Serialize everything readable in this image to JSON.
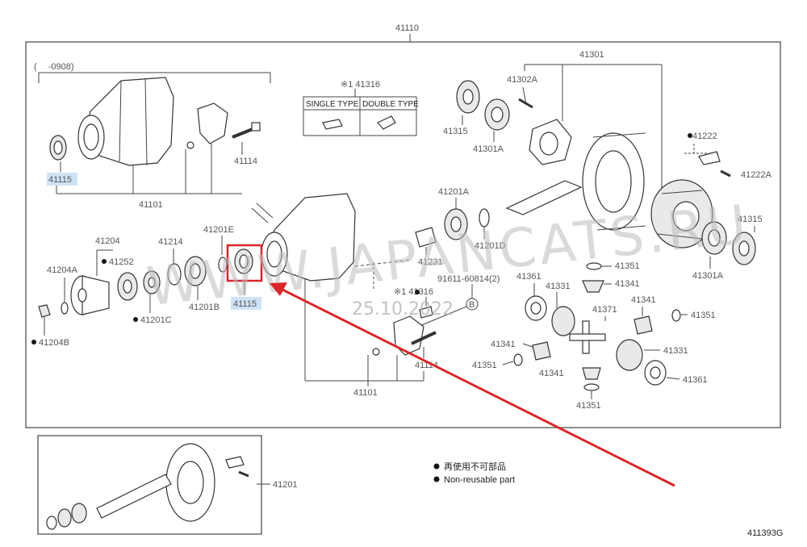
{
  "labels": {
    "top_assembly": "41110",
    "date_range": "(　 -0908)",
    "case_group": "41101",
    "case_group_lower": "41101",
    "bolt_upper": "41114",
    "bolt_lower": "41114",
    "seal_left": "41115",
    "seal_highlight": "41115",
    "note_41316_top": "※1 41316",
    "note_41316_mid": "※1 41316",
    "single_type": "SINGLE TYPE",
    "double_type": "DOUBLE TYPE",
    "p41301": "41301",
    "p41302A": "41302A",
    "p41315_top": "41315",
    "p41301A_top": "41301A",
    "p41222": "41222",
    "p41222A": "41222A",
    "p41315_right": "41315",
    "p41301A_right": "41301A",
    "p41201A": "41201A",
    "p41201D": "41201D",
    "p41231": "41231",
    "p41204": "41204",
    "p41252": "41252",
    "p41214": "41214",
    "p41201E": "41201E",
    "p41204A": "41204A",
    "p41201C": "41201C",
    "p41201B": "41201B",
    "p41204B": "41204B",
    "bolt_spec": "91611-60814(2)",
    "ref_b": "B",
    "p41361_a": "41361",
    "p41331_a": "41331",
    "p41351_a": "41351",
    "p41341_a": "41341",
    "p41371": "41371",
    "p41341_b": "41341",
    "p41351_b": "41351",
    "p41341_c": "41341",
    "p41331_b": "41331",
    "p41351_c": "41351",
    "p41341_d": "41341",
    "p41361_b": "41361",
    "p41351_d": "41351",
    "p41201_box": "41201",
    "legend_jp": "再使用不可部品",
    "legend_en": "Non-reusable part",
    "diagram_code": "411393G",
    "watermark": "WWW.JAPANCATS.RU",
    "watermark_date": "25.10.2022"
  },
  "colors": {
    "highlight_box": "#d9262b",
    "arrow": "#d9262b",
    "label_highlight": "#cfe3f6"
  }
}
